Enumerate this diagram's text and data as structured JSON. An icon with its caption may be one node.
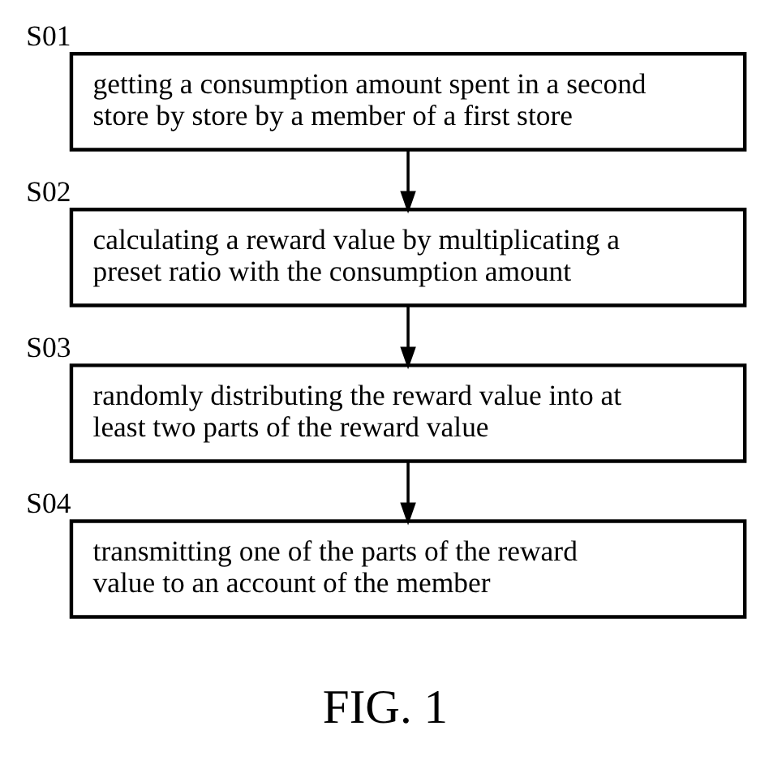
{
  "diagram": {
    "caption": "FIG. 1",
    "nodes": [
      {
        "text": [
          "getting a consumption amount spent in a second store by store by a member of a first store"
        ],
        "beside": [
          "S01"
        ]
      },
      {
        "text": [
          "calculating a reward value by multiplicating a preset ratio with the consumption amount"
        ],
        "beside": [
          "S02"
        ]
      },
      {
        "text": [
          "randomly distributing the reward value into at least two parts of the reward value"
        ],
        "beside": [
          "S03"
        ]
      },
      {
        "text": [
          "transmitting one of the parts of the reward value to an account of the member"
        ],
        "beside": [
          "S04"
        ]
      }
    ],
    "edges": [
      {
        "from": 0,
        "to": 1,
        "arrow": "to"
      },
      {
        "from": 1,
        "to": 2,
        "arrow": "to"
      },
      {
        "from": 2,
        "to": 3,
        "arrow": "to"
      }
    ]
  }
}
